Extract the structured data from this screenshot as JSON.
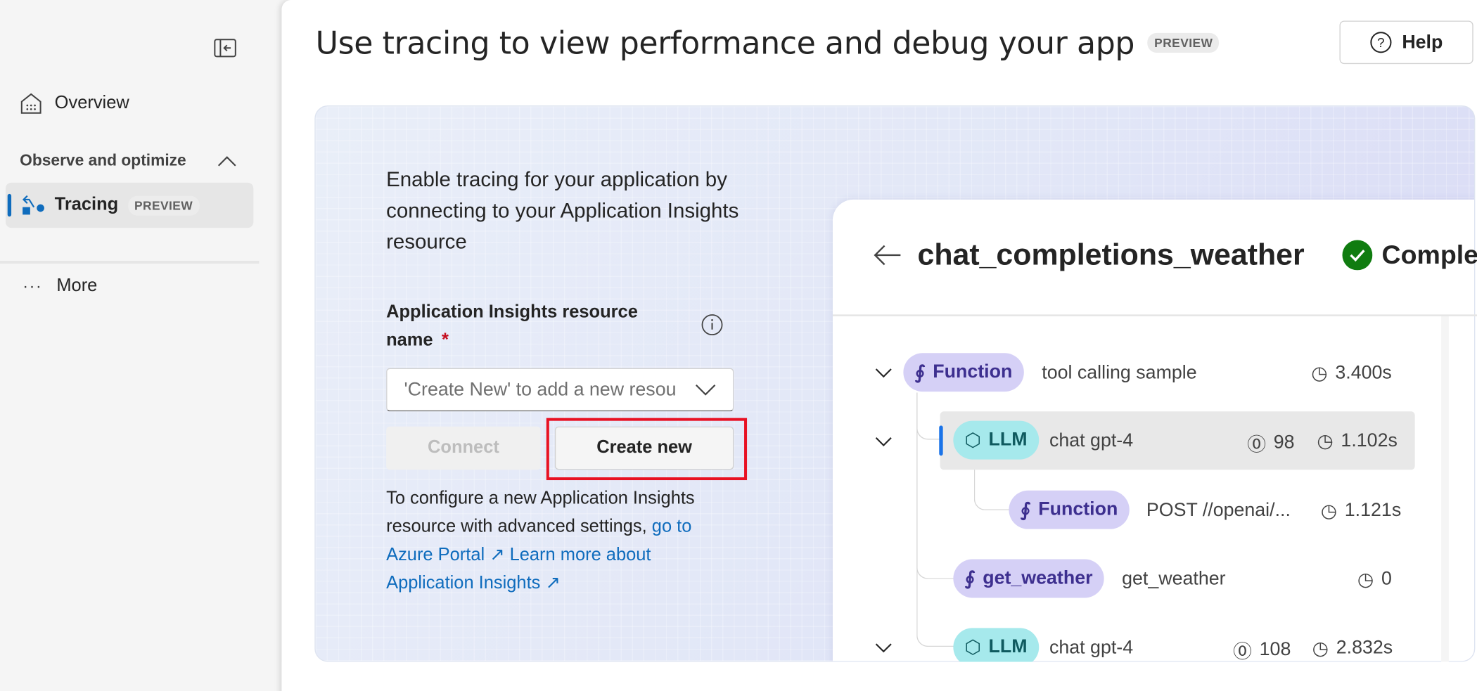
{
  "sidebar": {
    "items": [
      {
        "label": "Overview",
        "icon": "building-icon"
      },
      {
        "label": "Tracing",
        "badge": "PREVIEW",
        "icon": "tracing-icon",
        "active": true
      },
      {
        "label": "More",
        "icon": "more-icon"
      }
    ],
    "section": "Observe and optimize",
    "accent": "#0f6cbd"
  },
  "header": {
    "title": "Use tracing to view performance and debug your app",
    "badge": "PREVIEW",
    "help_label": "Help"
  },
  "form": {
    "intro": "Enable tracing for your application by connecting to your Application Insights resource",
    "field_label": "Application Insights resource name",
    "required_mark": "*",
    "dropdown_placeholder": "'Create New' to add a new resou",
    "connect_label": "Connect",
    "create_label": "Create new",
    "help_text": "To configure a new Application Insights resource with advanced settings,",
    "link_portal": "go to Azure Portal",
    "link_learn": "Learn more about Application Insights"
  },
  "trace": {
    "title": "chat_completions_weather",
    "status": "Complet",
    "status_color": "#107c10",
    "rows": [
      {
        "kind": "Function",
        "name": "tool calling sample",
        "duration": "3.400s"
      },
      {
        "kind": "LLM",
        "name": "chat gpt-4",
        "tokens": "98",
        "duration": "1.102s"
      },
      {
        "kind": "Function",
        "name": "POST //openai/...",
        "duration": "1.121s"
      },
      {
        "kind": "get_weather",
        "name": "get_weather",
        "duration": "0"
      },
      {
        "kind": "LLM",
        "name": "chat gpt-4",
        "tokens": "108",
        "duration": "2.832s"
      }
    ]
  }
}
